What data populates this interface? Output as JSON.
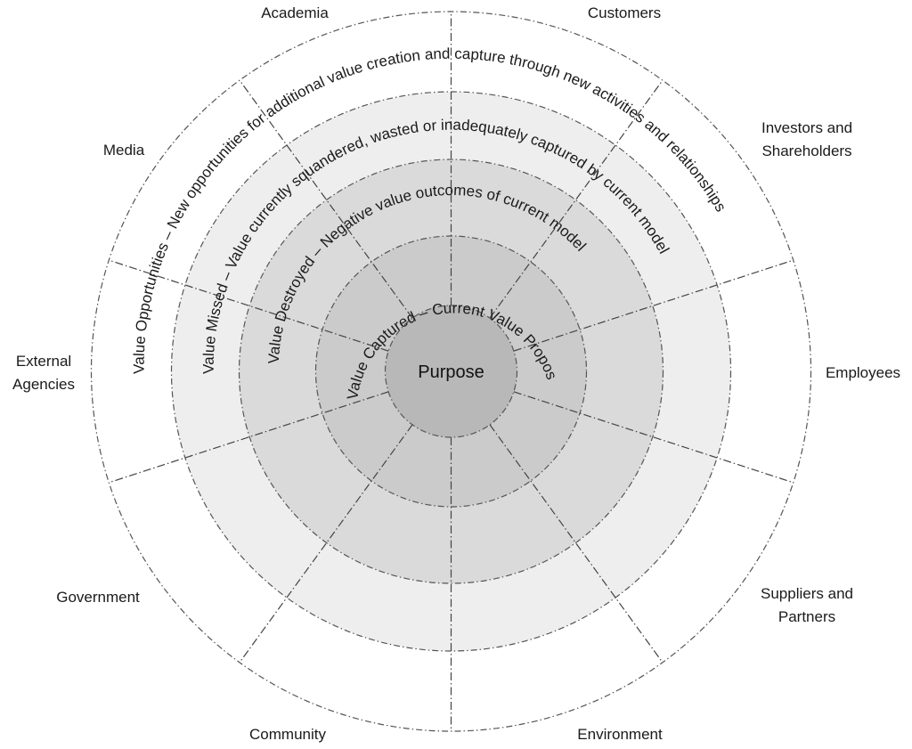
{
  "center": {
    "label": "Purpose"
  },
  "rings": [
    {
      "id": "captured",
      "label": "Value Captured – Current Value Proposition",
      "fill": "#cbcbcb"
    },
    {
      "id": "destroyed",
      "label": "Value Destroyed – Negative value outcomes of current model",
      "fill": "#dadada"
    },
    {
      "id": "missed",
      "label": "Value Missed – Value currently squandered, wasted or inadequately captured by current model",
      "fill": "#eeeeee"
    },
    {
      "id": "opportunities",
      "label": "Value Opportunities – New opportunities for additional value creation and capture through new activities and relationships",
      "fill": "#ffffff"
    }
  ],
  "center_fill": "#b8b8b8",
  "stakeholders": [
    {
      "id": "customers",
      "label": "Customers"
    },
    {
      "id": "investors",
      "label": "Investors and\nShareholders"
    },
    {
      "id": "employees",
      "label": "Employees"
    },
    {
      "id": "suppliers",
      "label": "Suppliers and\nPartners"
    },
    {
      "id": "environment",
      "label": "Environment"
    },
    {
      "id": "community",
      "label": "Community"
    },
    {
      "id": "government",
      "label": "Government"
    },
    {
      "id": "external",
      "label": "External\nAgencies"
    },
    {
      "id": "media",
      "label": "Media"
    },
    {
      "id": "academia",
      "label": "Academia"
    }
  ]
}
